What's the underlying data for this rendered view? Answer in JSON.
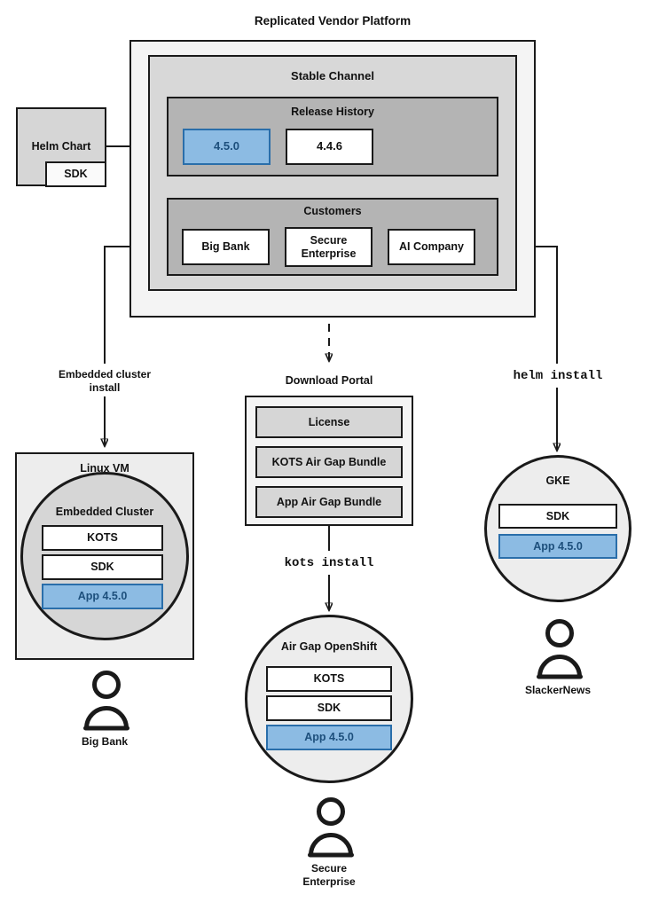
{
  "diagram": {
    "title": "Replicated Vendor Platform",
    "platform": {
      "channel": {
        "title": "Stable Channel",
        "release_history": {
          "title": "Release History",
          "releases": [
            {
              "version": "4.5.0",
              "highlighted": true
            },
            {
              "version": "4.4.6",
              "highlighted": false
            }
          ]
        },
        "customers": {
          "title": "Customers",
          "items": [
            {
              "name": "Big Bank"
            },
            {
              "name": "Secure\nEnterprise"
            },
            {
              "name": "AI Company"
            }
          ]
        }
      }
    },
    "helm_chart": {
      "title": "Helm Chart",
      "sdk_label": "SDK"
    },
    "edge_labels": {
      "embedded_cluster_install": "Embedded cluster\ninstall",
      "kots_install": "kots install",
      "helm_install": "helm install"
    },
    "download_portal": {
      "title": "Download Portal",
      "artifacts": [
        {
          "label": "License"
        },
        {
          "label": "KOTS Air Gap Bundle"
        },
        {
          "label": "App Air Gap Bundle"
        }
      ]
    },
    "targets": [
      {
        "id": "linux-vm",
        "host_title": "Linux VM",
        "cluster_title": "Embedded Cluster",
        "components": [
          {
            "label": "KOTS",
            "highlighted": false
          },
          {
            "label": "SDK",
            "highlighted": false
          },
          {
            "label": "App 4.5.0",
            "highlighted": true
          }
        ],
        "customer": "Big Bank"
      },
      {
        "id": "air-gap-openshift",
        "cluster_title": "Air Gap OpenShift",
        "components": [
          {
            "label": "KOTS",
            "highlighted": false
          },
          {
            "label": "SDK",
            "highlighted": false
          },
          {
            "label": "App 4.5.0",
            "highlighted": true
          }
        ],
        "customer": "Secure\nEnterprise"
      },
      {
        "id": "gke",
        "cluster_title": "GKE",
        "components": [
          {
            "label": "SDK",
            "highlighted": false
          },
          {
            "label": "App 4.5.0",
            "highlighted": true
          }
        ],
        "customer": "SlackerNews"
      }
    ],
    "colors": {
      "highlight_fill": "#8cbbe3",
      "highlight_border": "#2a6eaa",
      "highlight_text": "#1d4f7c",
      "stroke": "#1a1a1a",
      "layer1_fill": "#f4f4f4",
      "layer2_fill": "#d8d8d8",
      "layer3_fill": "#b4b4b4",
      "cluster_fill": "#ededed",
      "embedded_cluster_fill": "#d6d6d6"
    },
    "icons": {
      "person": "person-icon",
      "arrow": "arrow-head-icon"
    }
  }
}
